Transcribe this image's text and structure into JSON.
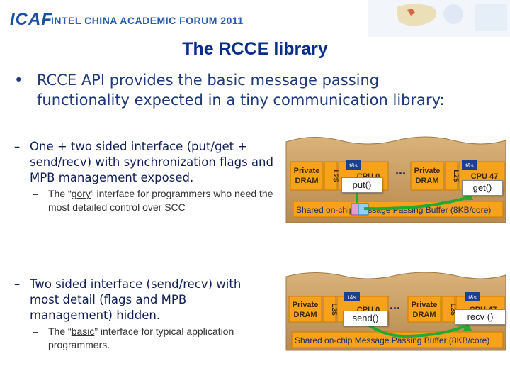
{
  "header": {
    "logo_text": "ICAF",
    "forum_name": "INTEL CHINA ACADEMIC FORUM 2011"
  },
  "slide": {
    "title": "The RCCE library",
    "main_bullet": "RCCE API provides the basic message passing functionality expected in a tiny communication library:",
    "gory": {
      "point": "One + two sided interface (put/get + send/recv) with synchronization flags and MPB management exposed.",
      "sub_prefix": "The “",
      "sub_em": "gory",
      "sub_suffix": "” interface for programmers who need the most detailed control over SCC"
    },
    "basic": {
      "point": "Two sided interface (send/recv) with most detail (flags and MPB management) hidden.",
      "sub_prefix": "The “",
      "sub_em": "basic",
      "sub_suffix": "” interface for typical application programmers."
    }
  },
  "diagram_top": {
    "private_dram": "Private DRAM",
    "l2": "L2$",
    "cpu_left": "CPU 0",
    "cpu_right": "CPU 47",
    "tas": "t&s",
    "ellipsis": "...",
    "mpb": "Shared on-chip Message Passing Buffer (8KB/core)",
    "call_left": "put()",
    "call_right": "get()"
  },
  "diagram_bottom": {
    "private_dram": "Private DRAM",
    "l2": "L2$",
    "cpu_left": "CPU 0",
    "cpu_right": "CPU 47",
    "tas": "t&s",
    "ellipsis": "...",
    "mpb": "Shared on-chip Message Passing Buffer (8KB/core)",
    "call_left": "send()",
    "call_right": "recv ()"
  },
  "colors": {
    "brand_blue": "#1a4fa3",
    "title_blue": "#0a2d8c",
    "box_orange": "#f7a21b",
    "panel_brown": "#c9a06a",
    "arrow_green": "#22aa33"
  }
}
